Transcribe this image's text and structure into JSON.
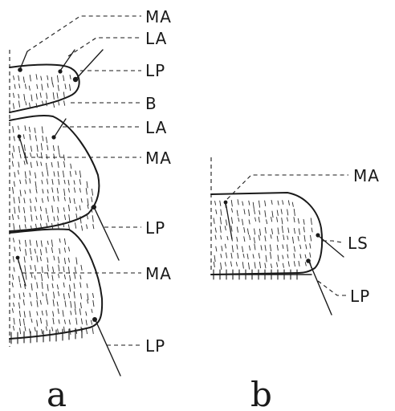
{
  "figure_a": {
    "caption": "a",
    "labels": {
      "ma_top": "MA",
      "la_top": "LA",
      "lp_top": "LP",
      "b": "B",
      "la_mid": "LA",
      "ma_mid": "MA",
      "lp_mid": "LP",
      "ma_low": "MA",
      "lp_low": "LP"
    }
  },
  "figure_b": {
    "caption": "b",
    "labels": {
      "ma": "MA",
      "ls": "LS",
      "lp": "LP"
    }
  }
}
